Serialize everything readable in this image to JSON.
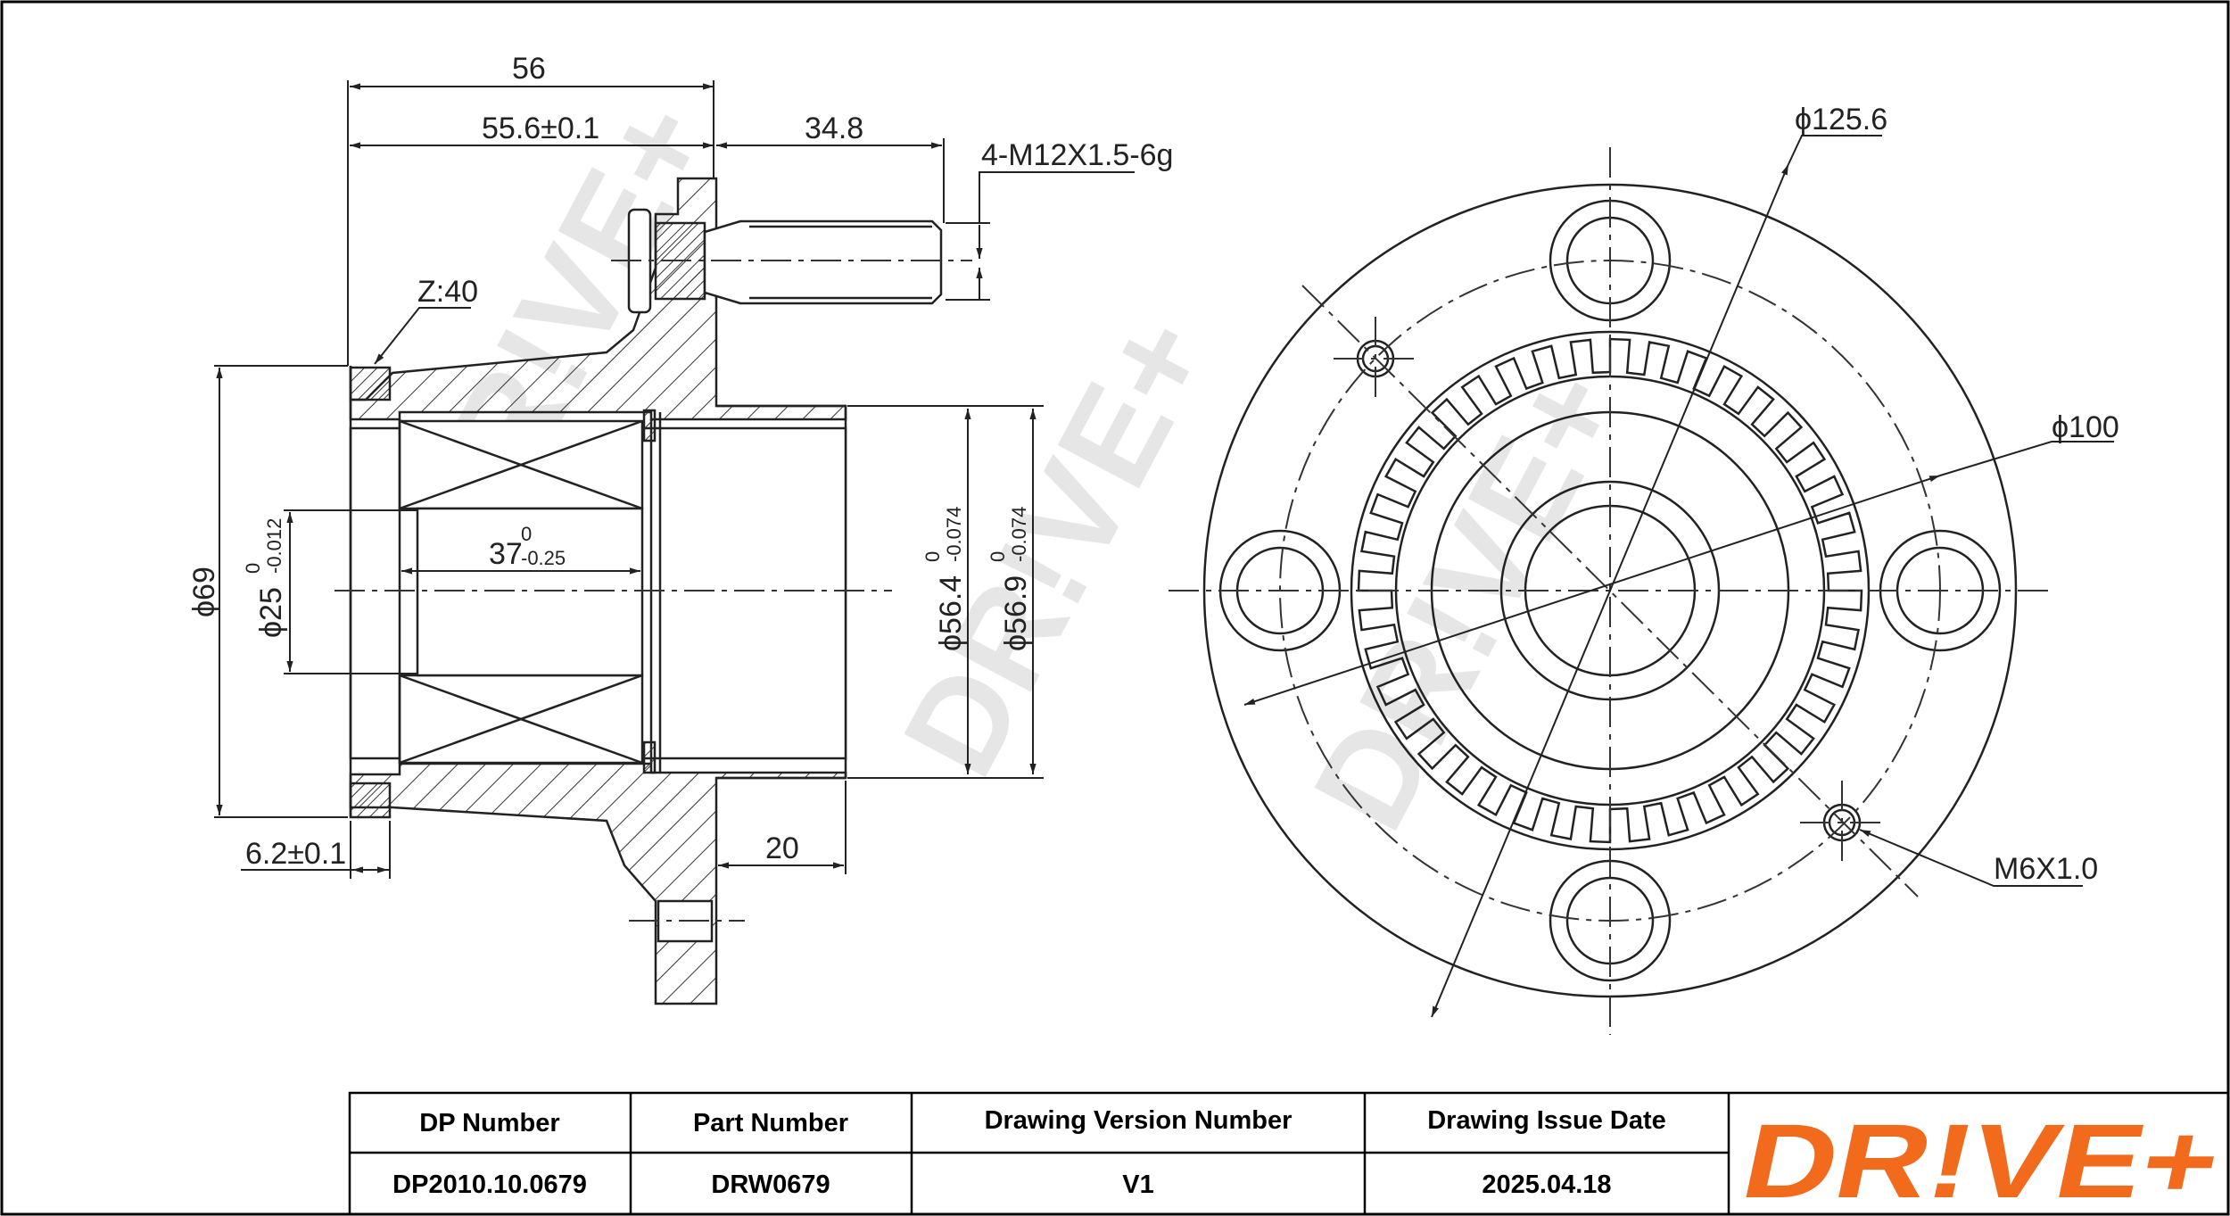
{
  "brand": {
    "logo_text": "DR!VE+",
    "watermark_text": "DR!VE+",
    "accent_color": "#f26a1b",
    "watermark_color": "#e6e6e6"
  },
  "side_view": {
    "dim_56": "56",
    "dim_55_6": "55.6±0.1",
    "dim_34_8": "34.8",
    "thread": "4-M12X1.5-6g",
    "teeth": "Z:40",
    "dia_69": "ϕ69",
    "dia_25": "ϕ25",
    "dia_25_tol_upper": "0",
    "dia_25_tol_lower": "-0.012",
    "dim_37": "37",
    "dim_37_tol_upper": "0",
    "dim_37_tol_lower": "-0.25",
    "dia_56_4": "ϕ56.4",
    "dia_56_4_tol_upper": "0",
    "dia_56_4_tol_lower": "-0.074",
    "dia_56_9": "ϕ56.9",
    "dia_56_9_tol_upper": "0",
    "dia_56_9_tol_lower": "-0.074",
    "dim_6_2": "6.2±0.1",
    "dim_20": "20"
  },
  "front_view": {
    "dia_125_6": "ϕ125.6",
    "dia_100": "ϕ100",
    "thread_m6": "M6X1.0"
  },
  "title_block": {
    "headers": [
      "DP Number",
      "Part Number",
      "Drawing Version Number",
      "Drawing Issue Date"
    ],
    "values": [
      "DP2010.10.0679",
      "DRW0679",
      "V1",
      "2025.04.18"
    ]
  }
}
